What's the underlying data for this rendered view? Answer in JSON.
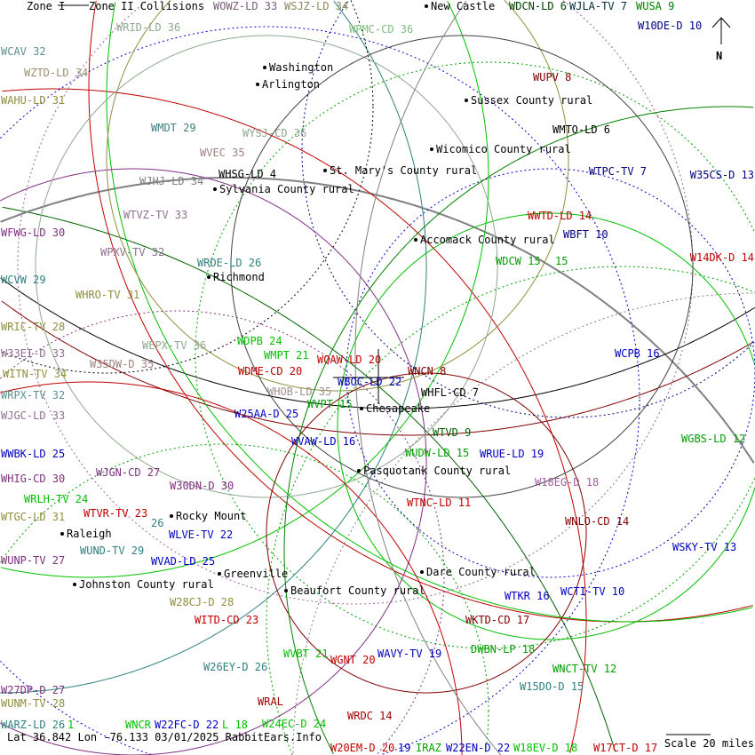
{
  "legend": {
    "zone1": "Zone I",
    "zone2": "Zone II Collisions"
  },
  "info": "Lat 36.842 Lon -76.133 03/01/2025 RabbitEars.Info",
  "scale": "Scale 20 miles",
  "north": "N",
  "cities": [
    "New Castle",
    "Washington",
    "Arlington",
    "Sussex County rural",
    "Wicomico County rural",
    "St. Mary's County rural",
    "Sylvania County rural",
    "Accomack County rural",
    "Richmond",
    "Chesapeake",
    "Pasquotank County rural",
    "Rocky Mount",
    "Raleigh",
    "Dare County rural",
    "Greenville",
    "Johnston County rural",
    "Beaufort County rural"
  ],
  "stations": [
    {
      "text": "WOWZ-LD 33",
      "color": "#7a5c7a"
    },
    {
      "text": "WSJZ-LD 34",
      "color": "#8a8a5a"
    },
    {
      "text": "WPMC-CD 36",
      "color": "#7fbf7f"
    },
    {
      "text": "WDCN-LD 6",
      "color": "#004000"
    },
    {
      "text": "WJLA-TV 7",
      "color": "#003030"
    },
    {
      "text": "WUSA 9",
      "color": "#008000"
    },
    {
      "text": "W10DE-D 10",
      "color": "#000080"
    },
    {
      "text": "WRID-LD 36",
      "color": "#8fa88f"
    },
    {
      "text": "WCAV 32",
      "color": "#5f8f8f"
    },
    {
      "text": "WZTD-LD 34",
      "color": "#9f8f6f"
    },
    {
      "text": "WUPV 8",
      "color": "#800000"
    },
    {
      "text": "WAHU-LD 31",
      "color": "#8f8f3f"
    },
    {
      "text": "WMDT 29",
      "color": "#408080"
    },
    {
      "text": "WMTO-LD 6",
      "color": "#000000"
    },
    {
      "text": "WYSJ-CD 36",
      "color": "#8fa88f"
    },
    {
      "text": "WVEC 35",
      "color": "#a08080"
    },
    {
      "text": "WTPC-TV 7",
      "color": "#000080"
    },
    {
      "text": "W35CS-D 13",
      "color": "#000080"
    },
    {
      "text": "WJHJ-LD 34",
      "color": "#808080"
    },
    {
      "text": "WHSG-LD 4",
      "color": "#000000"
    },
    {
      "text": "WTVZ-TV 33",
      "color": "#8f6f8f"
    },
    {
      "text": "WWTD-LD 14",
      "color": "#c00000"
    },
    {
      "text": "WBFT 10",
      "color": "#000080"
    },
    {
      "text": "WFWG-LD 30",
      "color": "#803080"
    },
    {
      "text": "WPXV-TV 32",
      "color": "#8f6f8f"
    },
    {
      "text": "W14DK-D 14",
      "color": "#c00000"
    },
    {
      "text": "WRDE-LD 26",
      "color": "#308080"
    },
    {
      "text": "WDCW 15",
      "color": "#00a000"
    },
    {
      "text": "15",
      "color": "#00a000"
    },
    {
      "text": "WCVW 29",
      "color": "#308080"
    },
    {
      "text": "WHRO-TV 31",
      "color": "#8f8f3f"
    },
    {
      "text": "WRIC-TV 28",
      "color": "#8f8f3f"
    },
    {
      "text": "WEPX-TV 36",
      "color": "#8fa88f"
    },
    {
      "text": "WDPB 24",
      "color": "#00c000"
    },
    {
      "text": "W33EI-D 33",
      "color": "#8f6f8f"
    },
    {
      "text": "WMPT 21",
      "color": "#00c000"
    },
    {
      "text": "WCPB 16",
      "color": "#0000c0"
    },
    {
      "text": "WQAW-LD 20",
      "color": "#c00000"
    },
    {
      "text": "W35DW-D 35",
      "color": "#a08080"
    },
    {
      "text": "WDME-CD 20",
      "color": "#c00000"
    },
    {
      "text": "WNCN 8",
      "color": "#800000"
    },
    {
      "text": "WITN-TV 34",
      "color": "#8f8f3f"
    },
    {
      "text": "WRPX-TV 32",
      "color": "#5f8f8f"
    },
    {
      "text": "WBOC-LD 22",
      "color": "#0000c0"
    },
    {
      "text": "WHFL-CD 7",
      "color": "#000000"
    },
    {
      "text": "WHOB-LD 35",
      "color": "#a09090"
    },
    {
      "text": "WJGC-LD 33",
      "color": "#8f6f8f"
    },
    {
      "text": "W25AA-D 25",
      "color": "#0000c0"
    },
    {
      "text": "WVPT 15",
      "color": "#00a000"
    },
    {
      "text": "WTVD 9",
      "color": "#006000"
    },
    {
      "text": "WVAW-LD 16",
      "color": "#0000c0"
    },
    {
      "text": "WWBK-LD 25",
      "color": "#0000c0"
    },
    {
      "text": "WUDW-LD 15",
      "color": "#00a000"
    },
    {
      "text": "WRUE-LD 19",
      "color": "#0000c0"
    },
    {
      "text": "WGBS-LD 12",
      "color": "#00a000"
    },
    {
      "text": "WJGN-CD 27",
      "color": "#803080"
    },
    {
      "text": "WHIG-CD 30",
      "color": "#803080"
    },
    {
      "text": "W30DN-D 30",
      "color": "#803080"
    },
    {
      "text": "W18EG-D 18",
      "color": "#a060a0"
    },
    {
      "text": "WRLH-TV 24",
      "color": "#00c000"
    },
    {
      "text": "WTNC-LD 11",
      "color": "#c00000"
    },
    {
      "text": "WTGC-LD 31",
      "color": "#8f8f3f"
    },
    {
      "text": "WTVR-TV 23",
      "color": "#c00000"
    },
    {
      "text": "WNLO-CD 14",
      "color": "#800000"
    },
    {
      "text": "WUND-TV 29",
      "color": "#308080"
    },
    {
      "text": "26",
      "color": "#308080"
    },
    {
      "text": "WLVE-TV 22",
      "color": "#0000c0"
    },
    {
      "text": "WSKY-TV 13",
      "color": "#0000c0"
    },
    {
      "text": "WUNP-TV 27",
      "color": "#803080"
    },
    {
      "text": "WVAD-LD 25",
      "color": "#0000c0"
    },
    {
      "text": "W28CJ-D 28",
      "color": "#8f8f3f"
    },
    {
      "text": "WCTI-TV 10",
      "color": "#0000c0"
    },
    {
      "text": "WTKR 16",
      "color": "#0000c0"
    },
    {
      "text": "WITD-CD 23",
      "color": "#c00000"
    },
    {
      "text": "WKTD-CD 17",
      "color": "#800000"
    },
    {
      "text": "DWBN-LP 18",
      "color": "#00a000"
    },
    {
      "text": "WVBT 21",
      "color": "#00c000"
    },
    {
      "text": "WAVY-TV 19",
      "color": "#0000c0"
    },
    {
      "text": "WGNT 20",
      "color": "#c00000"
    },
    {
      "text": "W26EY-D 26",
      "color": "#308080"
    },
    {
      "text": "WNCT-TV 12",
      "color": "#00a000"
    },
    {
      "text": "W15DO-D 15",
      "color": "#308080"
    },
    {
      "text": "WUNM-TV 28",
      "color": "#8f8f3f"
    },
    {
      "text": "WRDC 14",
      "color": "#a00000"
    },
    {
      "text": "WARZ-LD 26",
      "color": "#308080"
    },
    {
      "text": "W24EC-D 24",
      "color": "#00c000"
    },
    {
      "text": "W27DP-D 27",
      "color": "#803080"
    },
    {
      "text": "1",
      "color": "#00c000"
    },
    {
      "text": "WNCR",
      "color": "#00c000"
    },
    {
      "text": "W22FC-D 22",
      "color": "#0000c0"
    },
    {
      "text": "L 18",
      "color": "#00c000"
    },
    {
      "text": "WRAL",
      "color": "#a00000"
    },
    {
      "text": "W20EM-D 20",
      "color": "#c00000"
    },
    {
      "text": "19",
      "color": "#0000c0"
    },
    {
      "text": "IRAZ",
      "color": "#00a000"
    },
    {
      "text": "W22EN-D 22",
      "color": "#0000c0"
    },
    {
      "text": "W18EV-D 18",
      "color": "#00c000"
    },
    {
      "text": "W17CT-D 17",
      "color": "#c00000"
    }
  ]
}
